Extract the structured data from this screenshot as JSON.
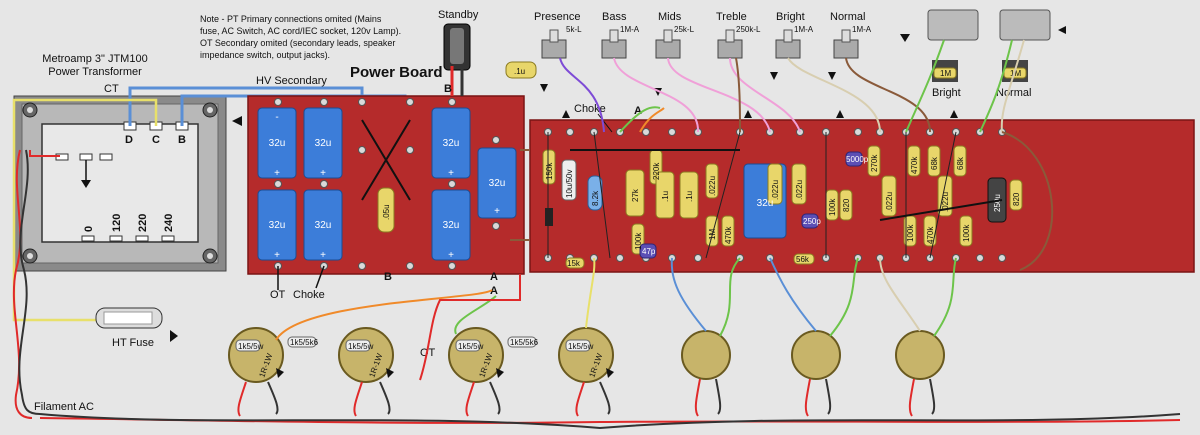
{
  "note": {
    "lines": [
      "Note - PT Primary connections omited (Mains",
      "fuse, AC Switch, AC cord/IEC socket, 120v Lamp).",
      "OT Secondary omited (secondary leads, speaker",
      "impedance switch, output jacks)."
    ]
  },
  "transformer": {
    "title_line1": "Metroamp 3\" JTM100",
    "title_line2": "Power Transformer",
    "ct_label": "CT",
    "hv_secondary": "HV Secondary",
    "pins": {
      "d": "D",
      "c": "C",
      "b": "B"
    },
    "taps": [
      "0",
      "120",
      "220",
      "240"
    ]
  },
  "power_board": {
    "title": "Power Board",
    "big_cap_value": "32u",
    "small_cap_value": ".05u",
    "plus": "+",
    "minus": "-"
  },
  "standby": {
    "label": "Standby",
    "point": "B"
  },
  "points": {
    "a": "A",
    "b": "B"
  },
  "labels": {
    "ot": "OT",
    "choke": "Choke",
    "ht_fuse": "HT Fuse",
    "filament_ac": "Filament AC"
  },
  "pots": [
    {
      "name": "Presence",
      "value": "5k-L"
    },
    {
      "name": "Bass",
      "value": "1M-A"
    },
    {
      "name": "Mids",
      "value": "25k-L"
    },
    {
      "name": "Treble",
      "value": "250k-L"
    },
    {
      "name": "Bright",
      "value": "1M-A"
    },
    {
      "name": "Normal",
      "value": "1M-A"
    }
  ],
  "presence_cap": ".1u",
  "jacks": {
    "bright": "Bright",
    "normal": "Normal",
    "resistor": "1M"
  },
  "main_board": {
    "parts": [
      {
        "t": "150k"
      },
      {
        "t": "10u/50v"
      },
      {
        "t": "8.2k"
      },
      {
        "t": "27k"
      },
      {
        "t": "220k"
      },
      {
        "t": ".1u"
      },
      {
        "t": ".1u"
      },
      {
        "t": "100k"
      },
      {
        "t": "1M"
      },
      {
        "t": "470k"
      },
      {
        "t": ".022u"
      },
      {
        "t": "32u"
      },
      {
        "t": ".022u"
      },
      {
        "t": ".022u"
      },
      {
        "t": "100k"
      },
      {
        "t": "820"
      },
      {
        "t": "270k"
      },
      {
        "t": "470k"
      },
      {
        "t": "68k"
      },
      {
        "t": ".022u"
      },
      {
        "t": "100k"
      },
      {
        "t": "470k"
      },
      {
        "t": "68k"
      },
      {
        "t": ".022u"
      },
      {
        "t": "100k"
      },
      {
        "t": "250u"
      },
      {
        "t": "820"
      }
    ],
    "caps_labels": [
      "15k",
      "47p",
      "250p",
      "56k",
      "5000p"
    ]
  },
  "sockets": {
    "resistor_1k5": "1k5/5w",
    "resistor_bridge": "1k5/5k6",
    "resistor_1r": "1R-1W"
  }
}
